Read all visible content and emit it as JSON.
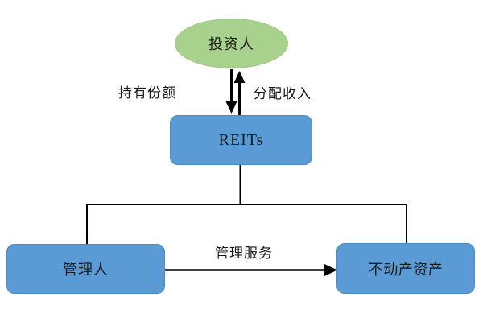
{
  "diagram": {
    "nodes": {
      "investor": {
        "label": "投资人",
        "shape": "ellipse",
        "fill": "#a9d18e"
      },
      "reits": {
        "label": "REITs",
        "shape": "rounded-rect",
        "fill": "#5b9bd5"
      },
      "manager": {
        "label": "管理人",
        "shape": "rounded-rect",
        "fill": "#5b9bd5"
      },
      "real_estate": {
        "label": "不动产资产",
        "shape": "rounded-rect",
        "fill": "#5b9bd5"
      }
    },
    "edges": [
      {
        "id": "hold-shares",
        "from": "investor",
        "to": "reits",
        "label": "持有份额",
        "direction": "down"
      },
      {
        "id": "distribute-income",
        "from": "reits",
        "to": "investor",
        "label": "分配收入",
        "direction": "up"
      },
      {
        "id": "reits-to-manager",
        "from": "reits",
        "to": "manager",
        "label": "",
        "direction": "elbow"
      },
      {
        "id": "reits-to-realestate",
        "from": "reits",
        "to": "real_estate",
        "label": "",
        "direction": "elbow"
      },
      {
        "id": "management-service",
        "from": "manager",
        "to": "real_estate",
        "label": "管理服务",
        "direction": "right"
      }
    ],
    "colors": {
      "node_blue": "#5b9bd5",
      "node_blue_border": "#4a8bc4",
      "node_green": "#a9d18e",
      "node_green_border": "#9cc87e",
      "line_color": "#000000",
      "text_color": "#1a1a1a",
      "bg_color": "#ffffff"
    }
  }
}
